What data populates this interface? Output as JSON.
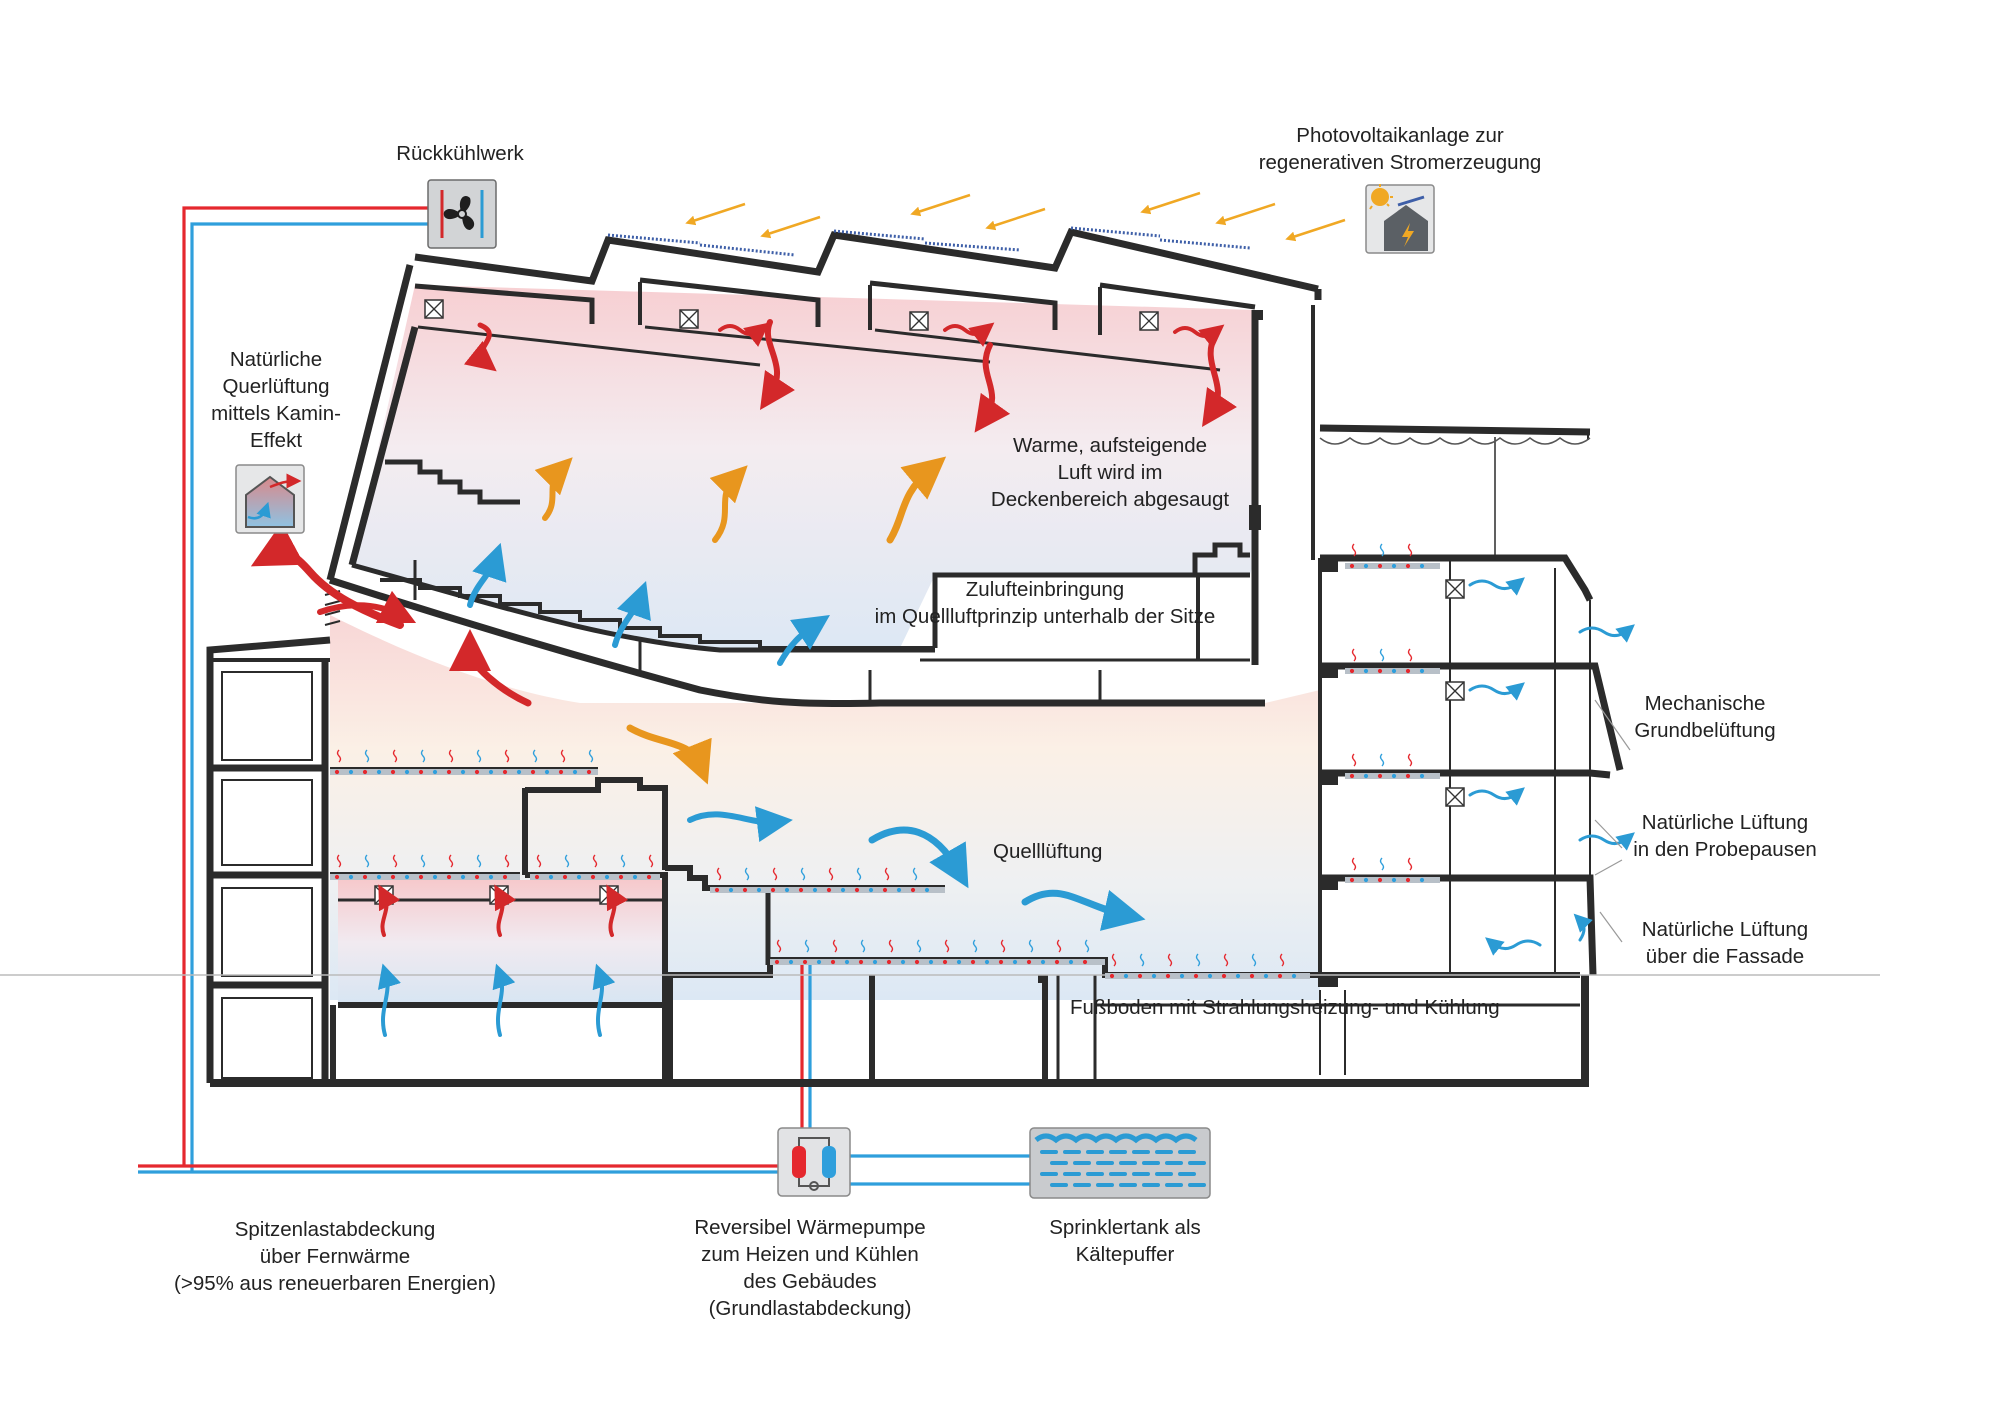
{
  "labels": {
    "rueckkuehlwerk": "Rückkühlwerk",
    "photovoltaik": [
      "Photovoltaikanlage zur",
      "regenerativen Stromerzeugung"
    ],
    "querlueftung": [
      "Natürliche",
      "Querlüftung",
      "mittels Kamin-",
      "Effekt"
    ],
    "warme_luft": [
      "Warme, aufsteigende",
      "Luft wird im",
      "Deckenbereich abgesaugt"
    ],
    "zuluft": [
      "Zulufteinbringung",
      "im Quellluftprinzip unterhalb der Sitze"
    ],
    "mechanische": [
      "Mechanische",
      "Grundbelüftung"
    ],
    "probepausen": [
      "Natürliche Lüftung",
      "in den Probepausen"
    ],
    "quelllueftung": "Quelllüftung",
    "fassade": [
      "Natürliche Lüftung",
      "über die Fassade"
    ],
    "fussboden": "Fußboden mit Strahlungsheizung- und Kühlung",
    "fernwaerme": [
      "Spitzenlastabdeckung",
      "über Fernwärme",
      "(>95% aus reneuerbaren Energien)"
    ],
    "waermepumpe": [
      "Reversibel Wärmepumpe",
      "zum Heizen und Kühlen",
      "des Gebäudes",
      "(Grundlastabdeckung)"
    ],
    "sprinklertank": [
      "Sprinklertank als",
      "Kältepuffer"
    ]
  },
  "icons": {
    "cooling_tower": "fan-icon",
    "photovoltaic": "sun-solar-panel-icon",
    "chimney": "house-chimney-ventilation-icon",
    "heat_pump": "heat-pump-icon",
    "sprinkler_tank": "water-tank-icon",
    "exhaust_grille": "ventilation-grille-icon"
  },
  "colors": {
    "warm_air": "#d3282a",
    "cool_air": "#2b9bd4",
    "mixed_air": "#e8961e",
    "sunlight": "#f0a824",
    "heating_pipe": "#e5282e",
    "cooling_pipe": "#2f9fdc",
    "structure": "#2b2b2b"
  }
}
